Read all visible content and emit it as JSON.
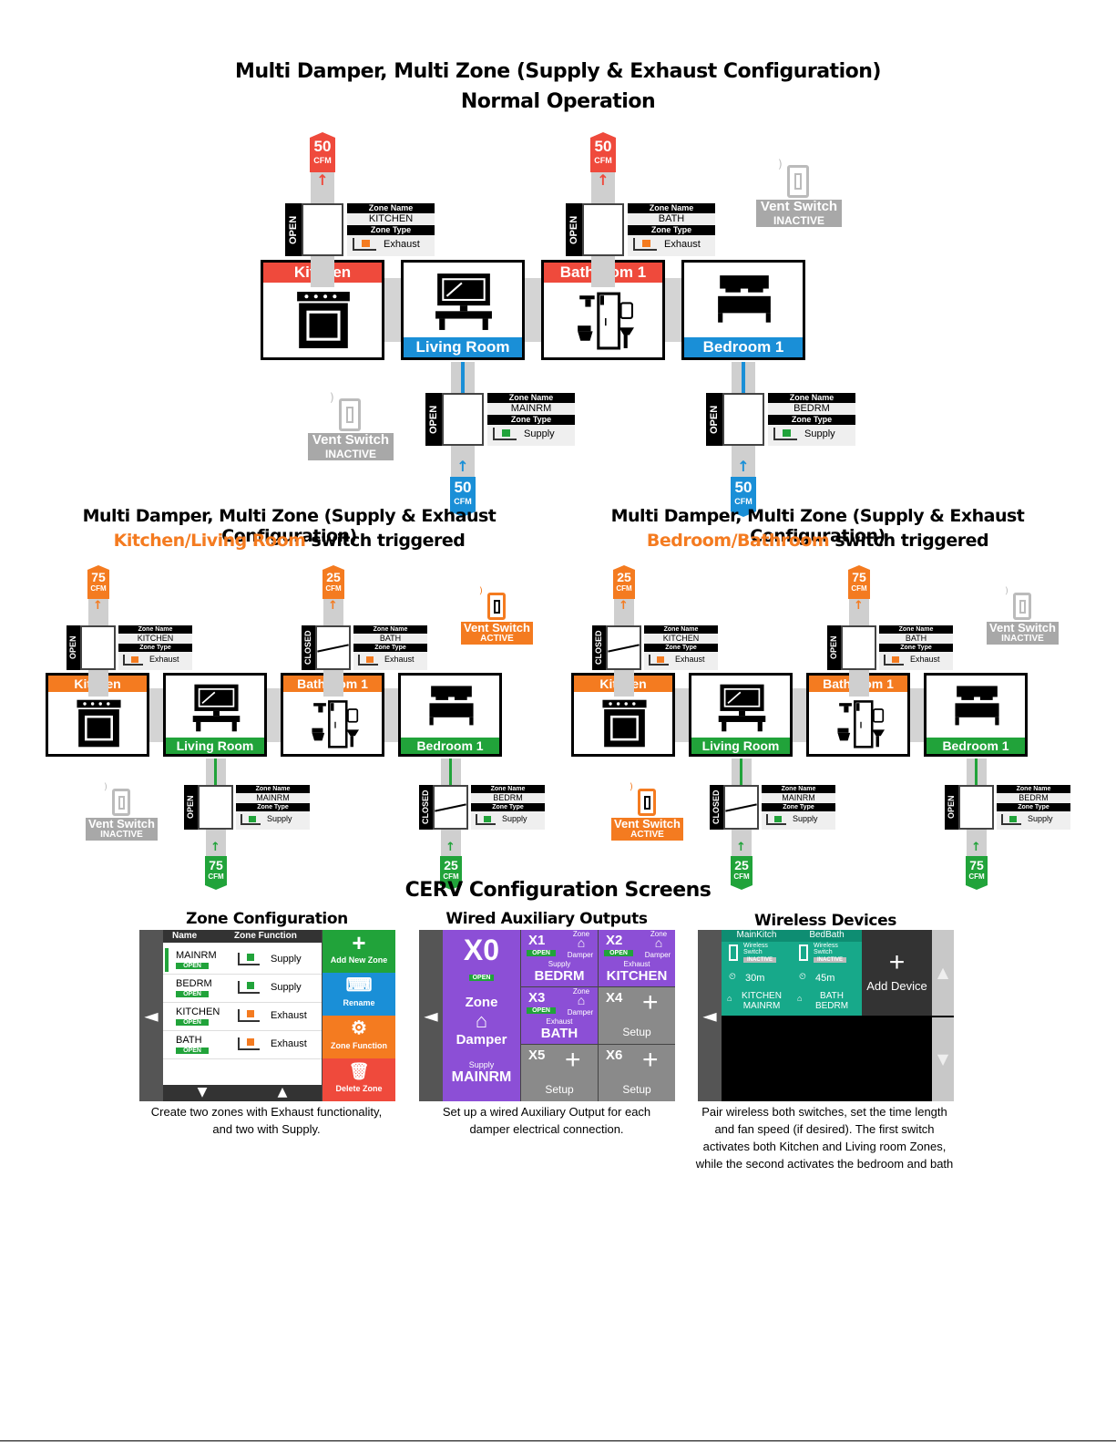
{
  "titles": {
    "top_line1": "Multi Damper, Multi Zone (Supply & Exhaust Configuration)",
    "top_line2": "Normal Operation",
    "left_line1": "Multi Damper, Multi Zone (Supply & Exhaust Configuration)",
    "left_hl": "Kitchen/Living Room",
    "left_rest": " switch triggered",
    "right_line1": "Multi Damper, Multi Zone (Supply & Exhaust Configuration)",
    "right_hl": "Bedroom/Bathroom",
    "right_rest": " switch triggered",
    "cerv": "CERV Configuration Screens"
  },
  "labels": {
    "zone_name": "Zone Name",
    "zone_type": "Zone Type",
    "cfm": "CFM",
    "vent_switch": "Vent Switch",
    "inactive": "INACTIVE",
    "active": "ACTIVE",
    "open": "OPEN",
    "closed": "CLOSED"
  },
  "colors": {
    "exhaust_red": "#ef4a3c",
    "exhaust_orange": "#f47b20",
    "supply_blue": "#1a8fd7",
    "supply_green": "#21a33a",
    "inactive_gray": "#a8a8a8",
    "purple": "#8c4fd6",
    "teal": "#17a98a"
  },
  "diagrams": [
    {
      "id": "normal",
      "accent_exhaust": "#ef4a3c",
      "accent_supply": "#1a8fd7",
      "rooms": [
        {
          "label": "Kitchen",
          "icon": "oven-icon"
        },
        {
          "label": "Living Room",
          "icon": "tv-icon"
        },
        {
          "label": "Bathroom 1",
          "icon": "bathroom-icon"
        },
        {
          "label": "Bedroom 1",
          "icon": "bed-icon"
        }
      ],
      "dampers": [
        {
          "name": "KITCHEN",
          "type": "Exhaust",
          "state": "OPEN",
          "cfm": "50"
        },
        {
          "name": "BATH",
          "type": "Exhaust",
          "state": "OPEN",
          "cfm": "50"
        },
        {
          "name": "MAINRM",
          "type": "Supply",
          "state": "OPEN",
          "cfm": "50"
        },
        {
          "name": "BEDRM",
          "type": "Supply",
          "state": "OPEN",
          "cfm": "50"
        }
      ],
      "switches": [
        "INACTIVE",
        "INACTIVE"
      ]
    },
    {
      "id": "kitchen",
      "accent_exhaust": "#f47b20",
      "accent_supply": "#21a33a",
      "rooms": [
        {
          "label": "Kitchen"
        },
        {
          "label": "Living Room"
        },
        {
          "label": "Bathroom 1"
        },
        {
          "label": "Bedroom 1"
        }
      ],
      "dampers": [
        {
          "name": "KITCHEN",
          "type": "Exhaust",
          "state": "OPEN",
          "cfm": "75"
        },
        {
          "name": "BATH",
          "type": "Exhaust",
          "state": "CLOSED",
          "cfm": "25"
        },
        {
          "name": "MAINRM",
          "type": "Supply",
          "state": "OPEN",
          "cfm": "75"
        },
        {
          "name": "BEDRM",
          "type": "Supply",
          "state": "CLOSED",
          "cfm": "25"
        }
      ],
      "switches": [
        "INACTIVE",
        "ACTIVE"
      ]
    },
    {
      "id": "bedroom",
      "accent_exhaust": "#f47b20",
      "accent_supply": "#21a33a",
      "rooms": [
        {
          "label": "Kitchen"
        },
        {
          "label": "Living Room"
        },
        {
          "label": "Bathroom 1"
        },
        {
          "label": "Bedroom 1"
        }
      ],
      "dampers": [
        {
          "name": "KITCHEN",
          "type": "Exhaust",
          "state": "CLOSED",
          "cfm": "25"
        },
        {
          "name": "BATH",
          "type": "Exhaust",
          "state": "OPEN",
          "cfm": "75"
        },
        {
          "name": "MAINRM",
          "type": "Supply",
          "state": "CLOSED",
          "cfm": "25"
        },
        {
          "name": "BEDRM",
          "type": "Supply",
          "state": "OPEN",
          "cfm": "75"
        }
      ],
      "switches": [
        "ACTIVE",
        "INACTIVE"
      ]
    }
  ],
  "zone_config": {
    "title": "Zone Configuration",
    "col_name": "Name",
    "col_function": "Zone Function",
    "zones": [
      {
        "name": "MAINRM",
        "state": "OPEN",
        "function": "Supply"
      },
      {
        "name": "BEDRM",
        "state": "OPEN",
        "function": "Supply"
      },
      {
        "name": "KITCHEN",
        "state": "OPEN",
        "function": "Exhaust"
      },
      {
        "name": "BATH",
        "state": "OPEN",
        "function": "Exhaust"
      }
    ],
    "buttons": [
      "Add New Zone",
      "Rename",
      "Zone Function",
      "Delete Zone"
    ],
    "caption": [
      "Create two zones with Exhaust functionality,",
      "and two with Supply."
    ]
  },
  "aux_outputs": {
    "title": "Wired Auxiliary Outputs",
    "x0": {
      "id": "X0",
      "state": "OPEN",
      "line1": "Zone",
      "line2": "Damper",
      "type": "Supply",
      "name": "MAINRM"
    },
    "tiles": [
      {
        "id": "X1",
        "state": "OPEN",
        "zone": "Zone",
        "kind": "Damper",
        "type": "Supply",
        "name": "BEDRM"
      },
      {
        "id": "X2",
        "state": "OPEN",
        "zone": "Zone",
        "kind": "Damper",
        "type": "Exhaust",
        "name": "KITCHEN"
      },
      {
        "id": "X3",
        "state": "OPEN",
        "zone": "Zone",
        "kind": "Damper",
        "type": "Exhaust",
        "name": "BATH"
      },
      {
        "id": "X4",
        "label": "Setup"
      },
      {
        "id": "X5",
        "label": "Setup"
      },
      {
        "id": "X6",
        "label": "Setup"
      }
    ],
    "caption": [
      "Set up a wired Auxiliary Output for each",
      "damper electrical connection."
    ]
  },
  "wireless": {
    "title": "Wireless Devices",
    "devices": [
      {
        "name": "MainKitch",
        "switch1": "Wireless",
        "switch2": "Switch",
        "state": "INACTIVE",
        "time": "30m",
        "zone1": "KITCHEN",
        "zone2": "MAINRM"
      },
      {
        "name": "BedBath",
        "switch1": "Wireless",
        "switch2": "Switch",
        "state": "INACTIVE",
        "time": "45m",
        "zone1": "BATH",
        "zone2": "BEDRM"
      }
    ],
    "add": "Add Device",
    "caption": [
      "Pair wireless both switches, set the time length",
      "and fan speed (if desired).  The first switch",
      "activates both Kitchen and Living room Zones,",
      "while the second activates the bedroom and bath"
    ]
  }
}
